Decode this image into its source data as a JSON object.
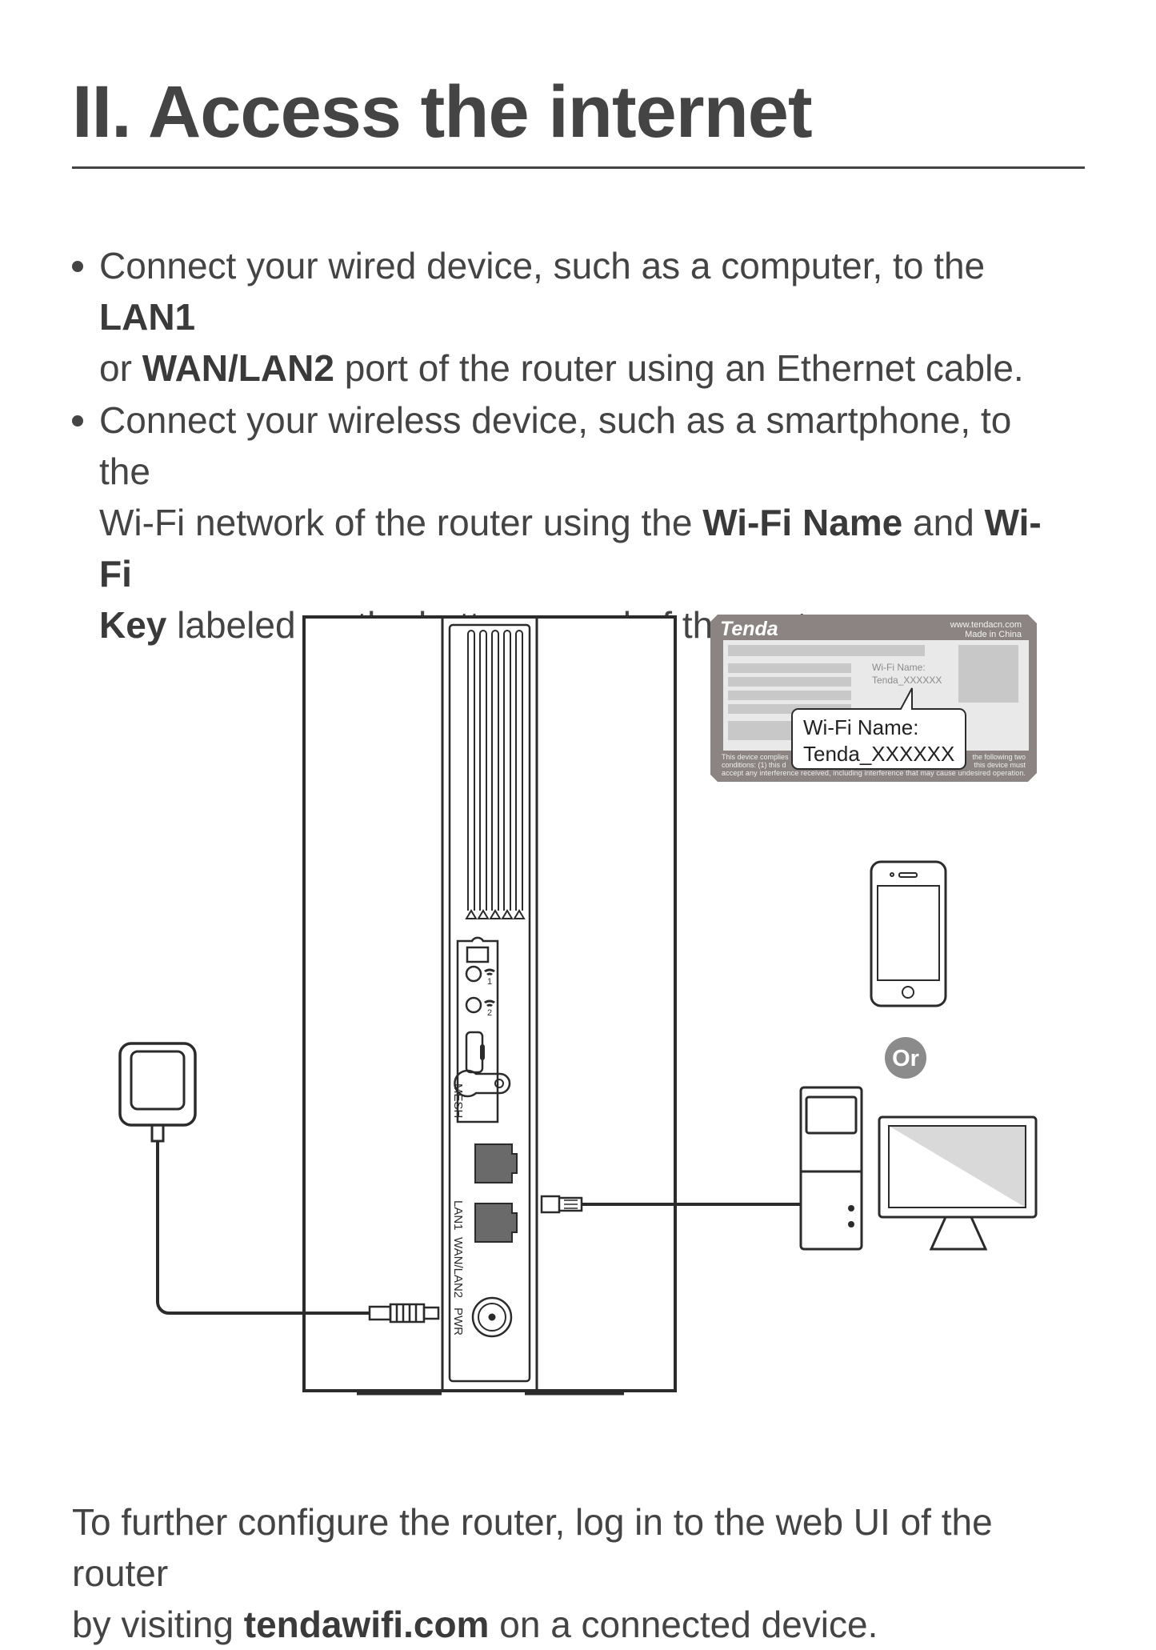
{
  "title": "II. Access the internet",
  "bullets": [
    {
      "pre": "Connect your wired device, such as a computer, to the ",
      "b1": "LAN1",
      "line2_pre": "or ",
      "b2": "WAN/LAN2",
      "post": " port of the router using an Ethernet cable."
    },
    {
      "line1": "Connect your wireless device, such as a smartphone, to the",
      "line2_pre": "Wi-Fi network of the router using the ",
      "b1": "Wi-Fi Name",
      "mid": " and ",
      "b2": "Wi-Fi",
      "b3": "Key",
      "post": " labeled on the bottom panel of the router."
    }
  ],
  "label": {
    "brand": "Tenda",
    "website": "www.tendacn.com",
    "made_in": "Made in China",
    "wifi_name_small": "Wi-Fi Name:",
    "wifi_value_small": "Tenda_XXXXXX",
    "callout_line1": "Wi-Fi Name:",
    "callout_line2": "Tenda_XXXXXX",
    "fcc_line1": "This device complies",
    "fcc_line1_end": "the following two",
    "fcc_line2": "conditions: (1) this d",
    "fcc_line2_end": "this device must",
    "fcc_line3": "accept any interference received, including interference that may cause undesired operation."
  },
  "router_ports": {
    "mesh": "MESH",
    "lan1": "LAN1",
    "wan_lan2": "WAN/LAN2",
    "pwr": "PWR",
    "led1": "1",
    "led2": "2"
  },
  "or_badge": "Or",
  "footer": {
    "pre": "To further configure the router, log in to the web UI of the router",
    "line2_pre": "by visiting ",
    "url": "tendawifi.com",
    "post": " on a connected device."
  }
}
